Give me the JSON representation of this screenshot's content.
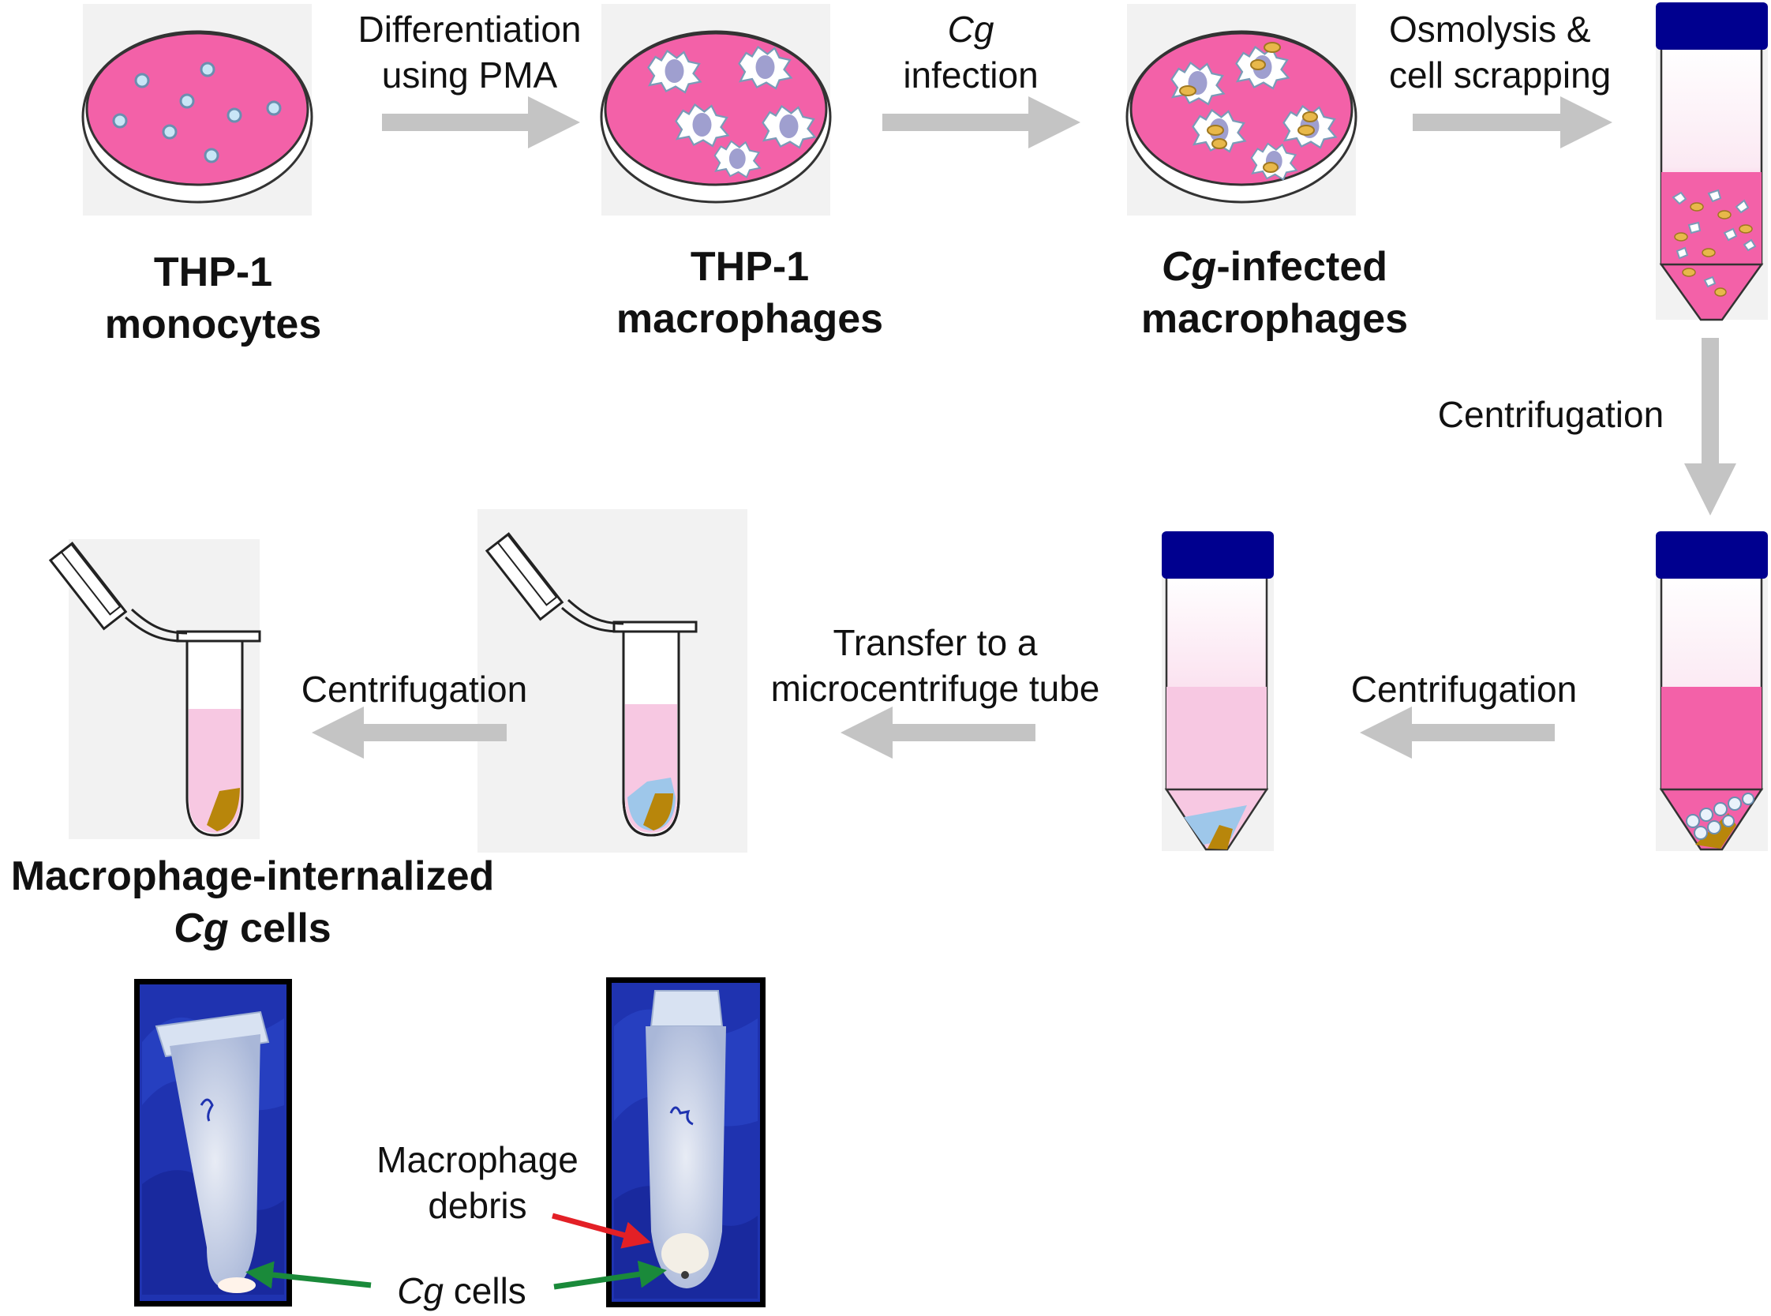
{
  "colors": {
    "medium_pink": "#f361a8",
    "light_pink": "#f7c8e2",
    "arrow_gray": "#c4c4c4",
    "cap_blue": "#00008f",
    "pellet_brown": "#b8860b",
    "debris_blue": "#9ec7ea",
    "cell_purple": "#9f9fcf",
    "glove_blue": "#2035b8",
    "red_arrow": "#e32026",
    "green_arrow": "#1a8a3a"
  },
  "stages": {
    "monocytes": {
      "line1": "THP-1",
      "line2": "monocytes"
    },
    "macrophages": {
      "line1": "THP-1",
      "line2": "macrophages"
    },
    "infected": {
      "line1_italic": "Cg",
      "line1_rest": "-infected",
      "line2": "macrophages"
    },
    "internalized": {
      "line1": "Macrophage-internalized",
      "line2_italic": "Cg",
      "line2_rest": " cells"
    }
  },
  "steps": {
    "differentiation": {
      "line1": "Differentiation",
      "line2": "using PMA"
    },
    "infection": {
      "line1_italic": "Cg",
      "line2": "infection"
    },
    "osmolysis": {
      "line1": "Osmolysis &",
      "line2": "cell scrapping"
    },
    "centrifugation_down": "Centrifugation",
    "centrifugation_2": "Centrifugation",
    "transfer": {
      "line1": "Transfer to a",
      "line2": "microcentrifuge tube"
    },
    "centrifugation_3": "Centrifugation"
  },
  "photo_labels": {
    "debris": {
      "line1": "Macrophage",
      "line2": "debris"
    },
    "cg_cells": {
      "italic": "Cg",
      "rest": " cells"
    }
  }
}
